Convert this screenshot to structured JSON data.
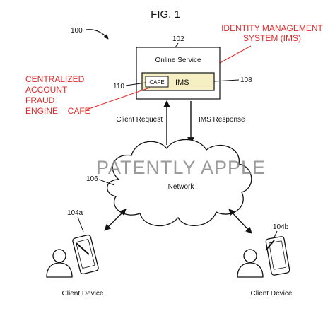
{
  "figure": {
    "title": "FIG. 1",
    "system_ref": "100",
    "watermark": "PATENTLY APPLE"
  },
  "online_service": {
    "ref": "102",
    "label": "Online Service",
    "ims_label": "IMS",
    "ims_ref": "108",
    "cafe_label": "CAFE",
    "cafe_ref": "110",
    "ims_fill": "#f6efc4"
  },
  "annotations": {
    "ims_lines": [
      "IDENTITY MANAGEMENT",
      "SYSTEM  (IMS)"
    ],
    "cafe_lines": [
      "CENTRALIZED",
      "ACCOUNT",
      "FRAUD",
      "ENGINE = CAFE"
    ],
    "color": "#e02b2b"
  },
  "arrows": {
    "client_request": "Client Request",
    "ims_response": "IMS Response"
  },
  "network": {
    "ref": "106",
    "label": "Network"
  },
  "devices": [
    {
      "ref": "104a",
      "label": "Client Device"
    },
    {
      "ref": "104b",
      "label": "Client Device"
    }
  ]
}
